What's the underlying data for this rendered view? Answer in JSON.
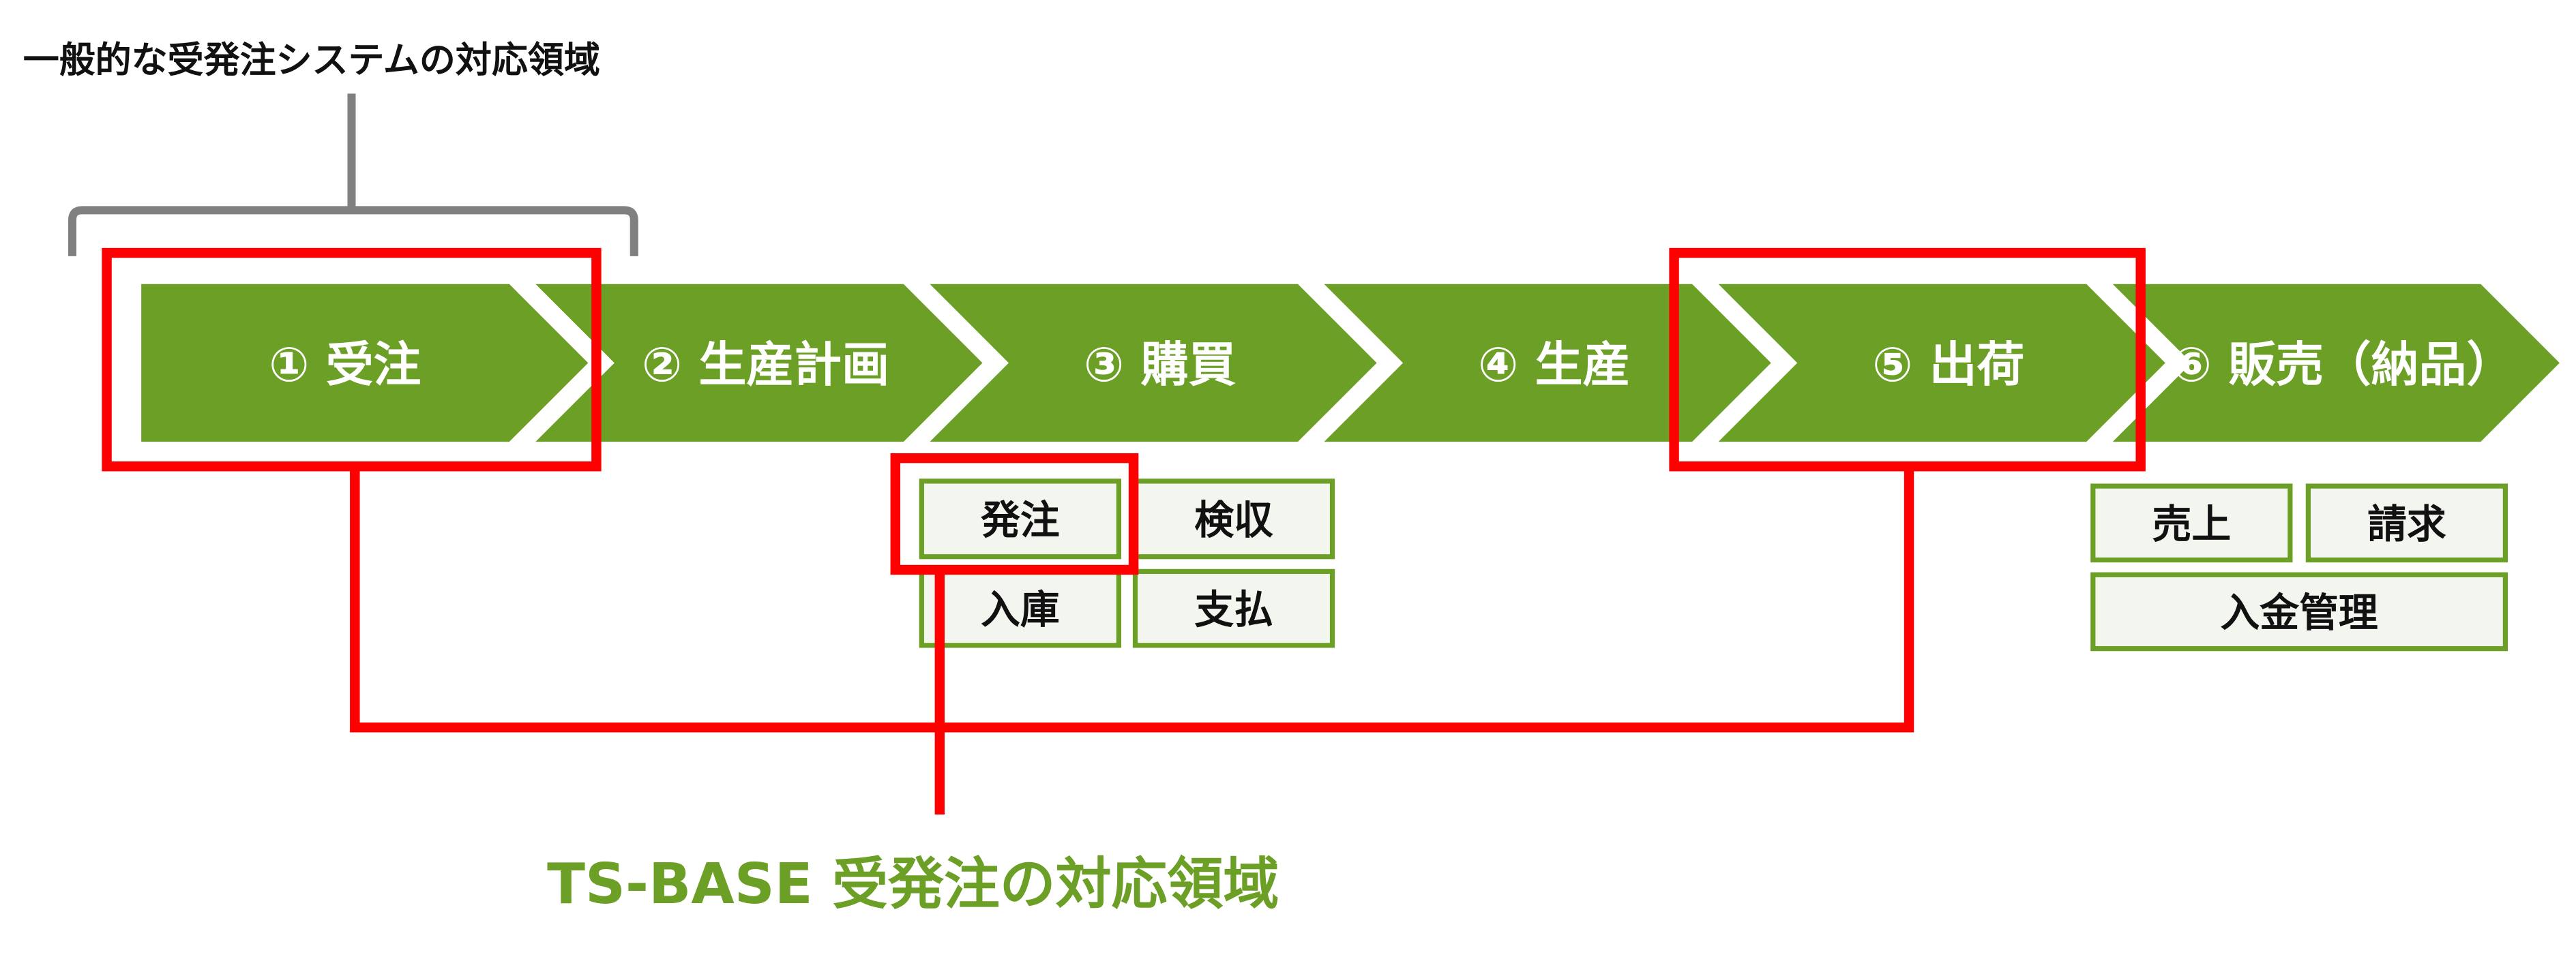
{
  "general_scope_label": "一般的な受発注システムの対応領域",
  "tsbase_scope_label": "TS-BASE 受発注の対応領域",
  "steps": [
    {
      "label": "① 受注"
    },
    {
      "label": "② 生産計画"
    },
    {
      "label": "③ 購買"
    },
    {
      "label": "④ 生産"
    },
    {
      "label": "⑤ 出荷"
    },
    {
      "label": "⑥ 販売（納品）"
    }
  ],
  "purchase_tasks": [
    "発注",
    "検収",
    "入庫",
    "支払"
  ],
  "sales_tasks": [
    "売上",
    "請求",
    "入金管理"
  ],
  "colors": {
    "green": "#6b9f25",
    "red": "#ff0000",
    "gray": "#808080",
    "box_bg": "#f3f6ee"
  }
}
